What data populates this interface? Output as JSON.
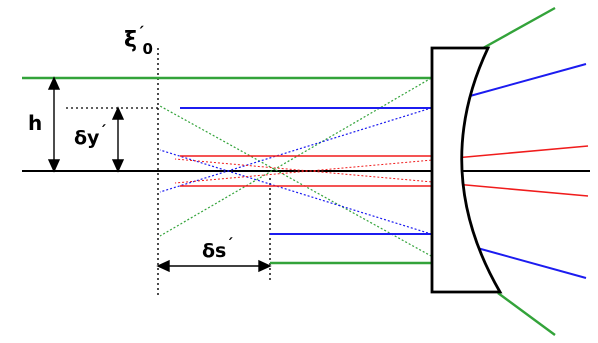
{
  "labels": {
    "xi": "ξ",
    "xi_prime": "´",
    "xi_sub": "0",
    "h": "h",
    "dy": "δy",
    "dy_prime": "´",
    "ds": "δs",
    "ds_prime": "´"
  },
  "colors": {
    "green": "#33a33a",
    "blue": "#1c1cf0",
    "red": "#f01c1c",
    "black": "#000000"
  }
}
